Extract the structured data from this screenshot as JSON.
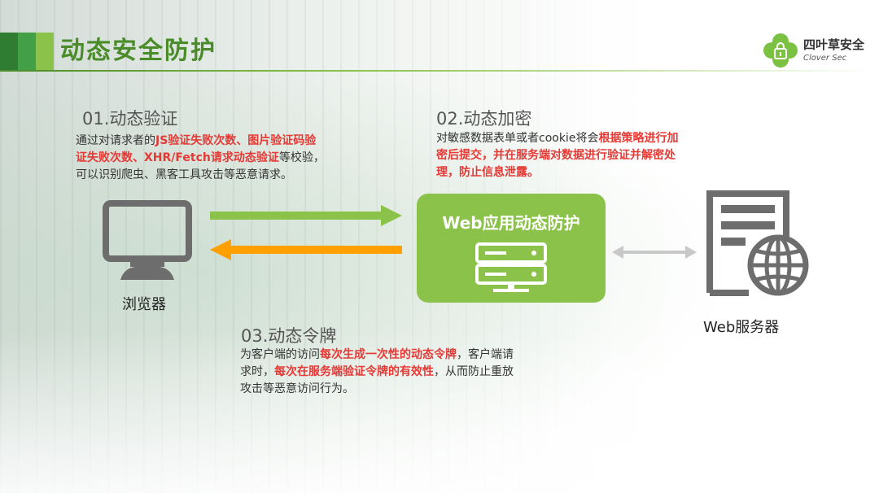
{
  "header": {
    "title": "动态安全防护"
  },
  "logo": {
    "name_cn": "四叶草安全",
    "name_en": "Clover Sec",
    "icon": "clover-lock-icon",
    "color": "#7cc242"
  },
  "sections": [
    {
      "title": "01.动态验证",
      "lines": [
        [
          "通过对请求者的",
          {
            "hl": "JS验证失败次数、图片验证码验"
          }
        ],
        [
          {
            "hl": "证失败次数、XHR/Fetch请求动态验证"
          },
          "等校验，"
        ],
        [
          "可以识别爬虫、黑客工具攻击等恶意请求。"
        ]
      ]
    },
    {
      "title": "02.动态加密",
      "lines": [
        [
          "对敏感数据表单或者cookie将会",
          {
            "hl": "根据策略进行加"
          }
        ],
        [
          {
            "hl": "密后提交，并在服务端对数据进行验证并解密处"
          }
        ],
        [
          {
            "hl": "理，防止信息泄露。"
          }
        ]
      ]
    },
    {
      "title": "03.动态令牌",
      "lines": [
        [
          "为客户端的访问",
          {
            "hl": "每次生成一次性的动态令牌"
          },
          "，客户端请"
        ],
        [
          "求时，",
          {
            "hl": "每次在服务端验证令牌的有效性"
          },
          "，从而防止重放"
        ],
        [
          "攻击等恶意访问行为。"
        ]
      ]
    }
  ],
  "diagram": {
    "browser_label": "浏览器",
    "browser_icon": "monitor-icon",
    "center_label": "Web应用动态防护",
    "center_icon": "server-rack-icon",
    "server_label": "Web服务器",
    "server_icon": "web-server-globe-icon",
    "colors": {
      "green": "#8bc34a",
      "orange": "#ffa000",
      "gray": "#6d6d6d",
      "highlight": "#e53935",
      "title_green": "#4a8c2a"
    }
  }
}
